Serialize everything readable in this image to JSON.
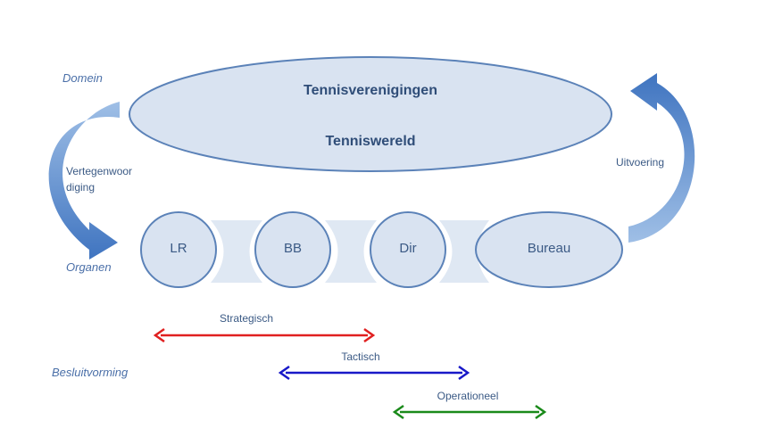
{
  "labels": {
    "domein": "Domein",
    "organen": "Organen",
    "besluitvorming": "Besluitvorming",
    "vertegenwoordiging_line1": "Vertegenwoor",
    "vertegenwoordiging_line2": "diging",
    "uitvoering": "Uitvoering"
  },
  "domain_ellipse": {
    "title": "Tennisverenigingen",
    "subtitle": "Tenniswereld"
  },
  "organs": [
    {
      "label": "LR"
    },
    {
      "label": "BB"
    },
    {
      "label": "Dir"
    },
    {
      "label": "Bureau"
    }
  ],
  "decision_levels": [
    {
      "label": "Strategisch",
      "color": "#e02020"
    },
    {
      "label": "Tactisch",
      "color": "#1818c8"
    },
    {
      "label": "Operationeel",
      "color": "#1a8a1a"
    }
  ],
  "colors": {
    "shape_fill": "#d9e3f1",
    "shape_stroke": "#5b82b8",
    "arrow_blue": "#4a7cc4",
    "connector": "#dfe8f3"
  }
}
